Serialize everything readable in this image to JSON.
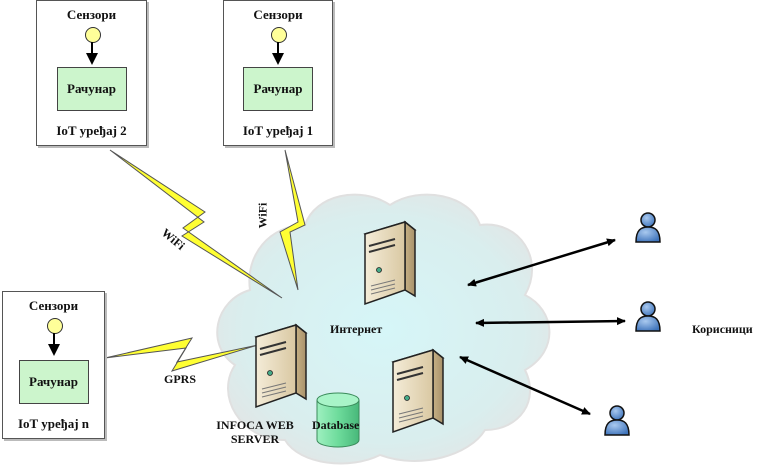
{
  "devices": [
    {
      "id": "iot-2",
      "title": "Сензори",
      "cpu_label": "Рачунар",
      "label": "IoT уређај 2"
    },
    {
      "id": "iot-1",
      "title": "Сензори",
      "cpu_label": "Рачунар",
      "label": "IoT уређај 1"
    },
    {
      "id": "iot-n",
      "title": "Сензори",
      "cpu_label": "Рачунар",
      "label": "IoT уређај n"
    }
  ],
  "links": {
    "wifi_left": "WiFi",
    "wifi_right": "WiFi",
    "gprs": "GPRS"
  },
  "cloud": {
    "label": "Интернет",
    "web_server_label": "INFOCA WEB SERVER",
    "web_server_line1": "INFOCA WEB",
    "web_server_line2": "SERVER",
    "database_label": "Database"
  },
  "users": {
    "label": "Корисници",
    "count": 3
  },
  "colors": {
    "lightning": "#ffff33",
    "cloud": "#d8f0f0",
    "cpu_box": "#ccf5cc",
    "sensor": "#ffff99",
    "database": "#7ee0a8",
    "user": "#5b8fd0",
    "server": "#e8dcc0"
  }
}
